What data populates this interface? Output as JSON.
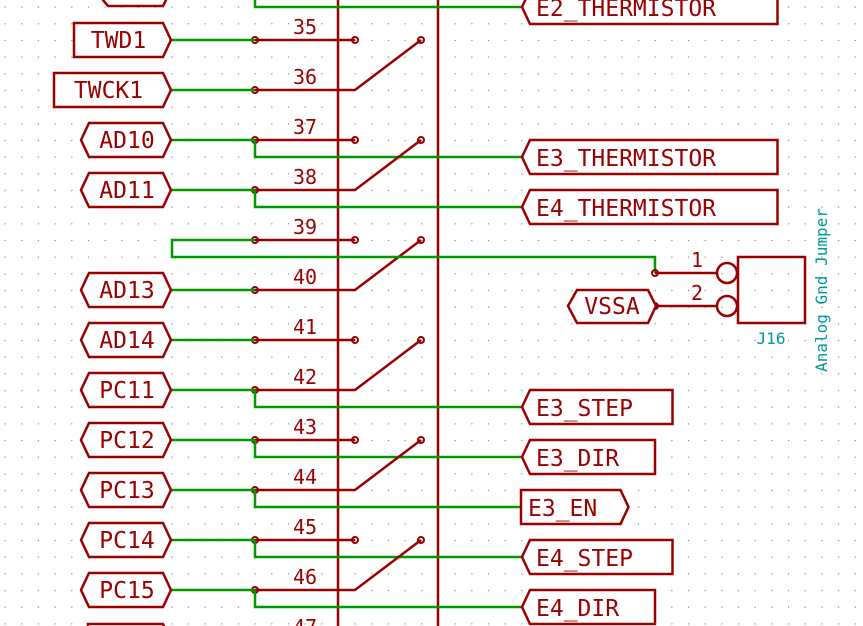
{
  "colors": {
    "wire": "#009900",
    "symbol": "#990000",
    "reference": "#009999",
    "grid": "#8a8a8a",
    "background": "#ffffff"
  },
  "left_labels": [
    {
      "text": "TWD1",
      "pin": "35",
      "shape": "output"
    },
    {
      "text": "TWCK1",
      "pin": "36",
      "shape": "output"
    },
    {
      "text": "AD10",
      "pin": "37",
      "shape": "bidirectional"
    },
    {
      "text": "AD11",
      "pin": "38",
      "shape": "bidirectional"
    },
    {
      "text": "",
      "pin": "39",
      "shape": "none"
    },
    {
      "text": "AD13",
      "pin": "40",
      "shape": "bidirectional"
    },
    {
      "text": "AD14",
      "pin": "41",
      "shape": "bidirectional"
    },
    {
      "text": "PC11",
      "pin": "42",
      "shape": "bidirectional"
    },
    {
      "text": "PC12",
      "pin": "43",
      "shape": "bidirectional"
    },
    {
      "text": "PC13",
      "pin": "44",
      "shape": "bidirectional"
    },
    {
      "text": "PC14",
      "pin": "45",
      "shape": "bidirectional"
    },
    {
      "text": "PC15",
      "pin": "46",
      "shape": "bidirectional"
    }
  ],
  "partial_bottom_pin": "47",
  "right_labels": [
    {
      "text": "E2_THERMISTOR",
      "shape": "input"
    },
    {
      "text": "E3_THERMISTOR",
      "shape": "input"
    },
    {
      "text": "E4_THERMISTOR",
      "shape": "input"
    },
    {
      "text": "E3_STEP",
      "shape": "input"
    },
    {
      "text": "E3_DIR",
      "shape": "input"
    },
    {
      "text": "E3_EN",
      "shape": "output"
    },
    {
      "text": "E4_STEP",
      "shape": "input"
    },
    {
      "text": "E4_DIR",
      "shape": "input"
    }
  ],
  "connector": {
    "reference": "J16",
    "value": "Analog Gnd Jumper",
    "pins": [
      "1",
      "2"
    ],
    "pin2_label": "VSSA"
  }
}
